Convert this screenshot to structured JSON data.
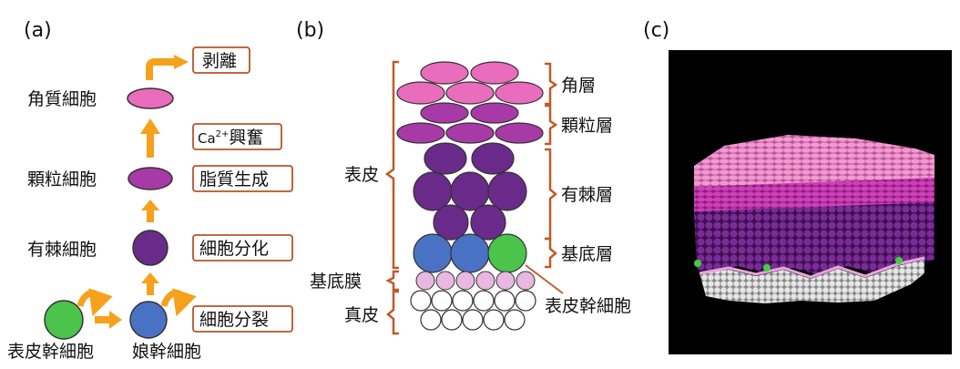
{
  "panels": {
    "a": "(a)",
    "b": "(b)",
    "c": "(c)"
  },
  "panel_a": {
    "cells": {
      "stem": "表皮幹細胞",
      "daughter": "娘幹細胞",
      "spinous": "有棘細胞",
      "granular": "顆粒細胞",
      "keratinocyte": "角質細胞"
    },
    "processes": {
      "shedding": "剥離",
      "ca_prefix": "Ca",
      "ca_sup": "2+",
      "ca_suffix": "興奮",
      "lipid": "脂質生成",
      "differentiation": "細胞分化",
      "division": "細胞分裂"
    }
  },
  "panel_b": {
    "layers": {
      "corneum": "角層",
      "granular": "顆粒層",
      "spinous": "有棘層",
      "basal": "基底層"
    },
    "epidermis": "表皮",
    "basement_membrane": "基底膜",
    "dermis": "真皮",
    "stem_cell": "表皮幹細胞"
  },
  "colors": {
    "stem": "#4cc44c",
    "daughter": "#4a72c4",
    "spinous": "#6a2a8a",
    "granular": "#a83aa8",
    "corneum": "#ea6cbc",
    "membrane": "#e8b8e0",
    "arrow": "#f5a11c",
    "bracket": "#c05a28",
    "box_border": "#b8542a"
  }
}
